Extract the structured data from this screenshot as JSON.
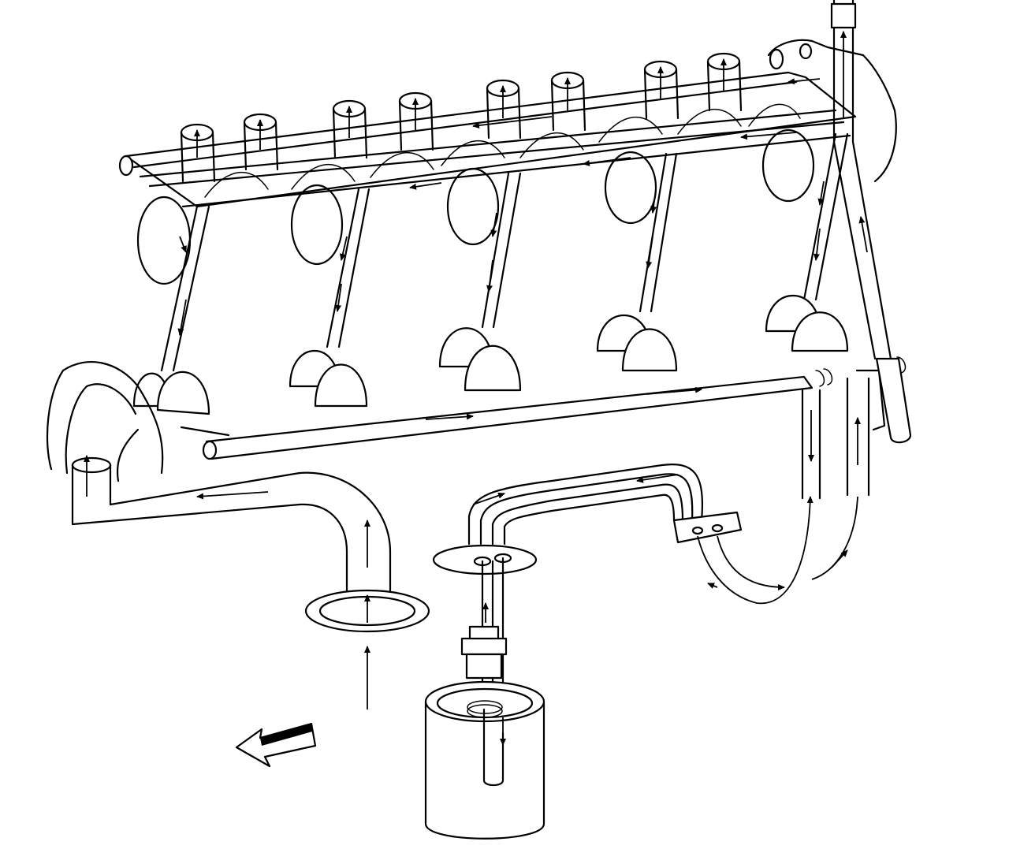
{
  "diagram": {
    "colors": {
      "line": "#000000",
      "background": "#ffffff"
    },
    "components": [
      "rocker-gallery",
      "lifter-bores",
      "crankshaft-journals",
      "main-oil-gallery",
      "oil-pump",
      "pickup-screen",
      "oil-filter",
      "filter-adapter",
      "oil-cooler-lines",
      "oil-pressure-sender"
    ],
    "front_indicator_icon": "arrow-left-icon"
  }
}
